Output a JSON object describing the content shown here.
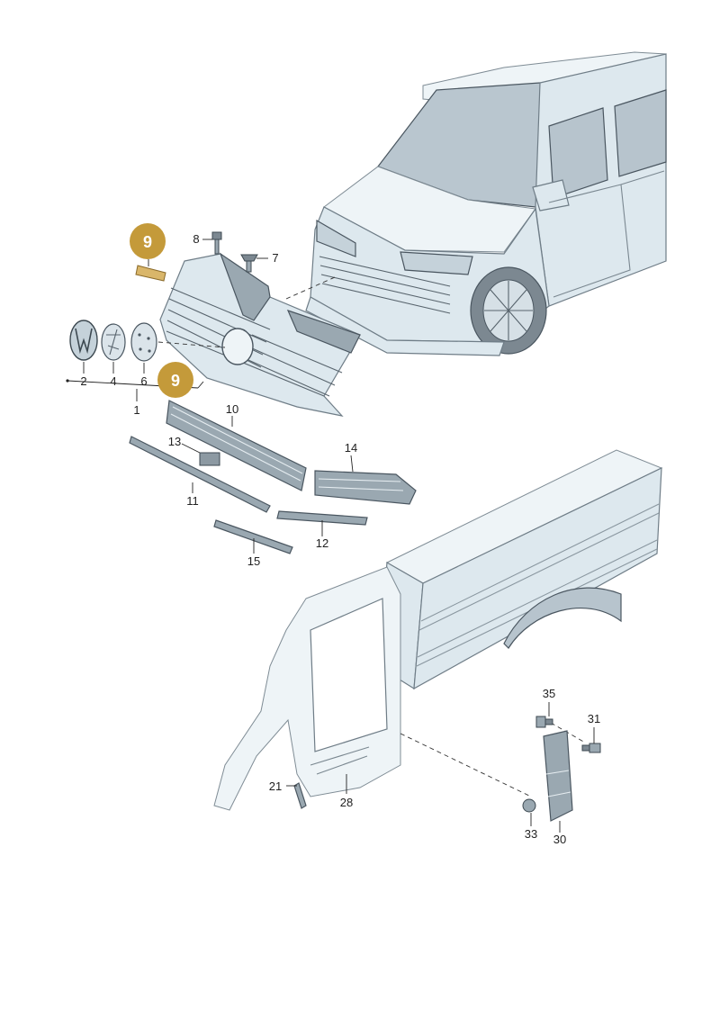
{
  "colors": {
    "body": "#dde8ee",
    "light": "#eef4f7",
    "dark": "#9aa8b1",
    "outline": "#6f7d87",
    "badge": "#c49a3a",
    "badge_text": "#ffffff"
  },
  "badges": [
    {
      "id": "badge-top",
      "number": "9"
    },
    {
      "id": "badge-mid",
      "number": "9"
    }
  ],
  "callouts": {
    "c1": "1",
    "c2": "2",
    "c4": "4",
    "c6": "6",
    "c7": "7",
    "c8": "8",
    "c10": "10",
    "c11": "11",
    "c12": "12",
    "c13": "13",
    "c14": "14",
    "c15": "15",
    "c21": "21",
    "c28": "28",
    "c30": "30",
    "c31": "31",
    "c33": "33",
    "c35": "35"
  },
  "icons": [
    "van-illustration",
    "radiator-grille",
    "vw-emblem",
    "emblem-carrier",
    "emblem-mount",
    "screw",
    "clip",
    "trim-strip",
    "side-grille",
    "pickup-bed",
    "door-frame",
    "mud-flap"
  ]
}
